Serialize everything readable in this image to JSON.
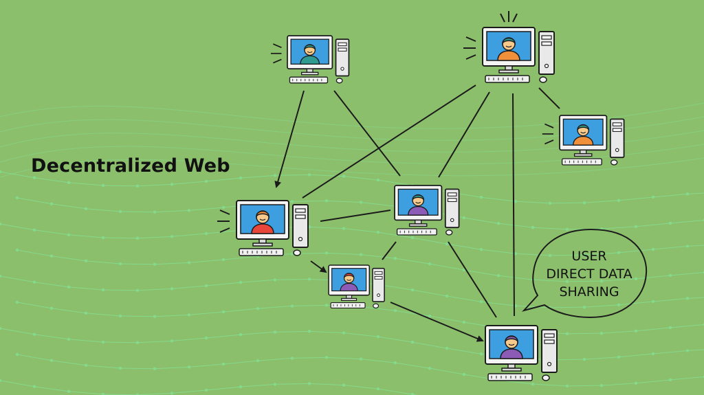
{
  "title": "Decentralized Web",
  "bubble": {
    "lines": [
      "USER",
      "DIRECT DATA",
      "SHARING"
    ]
  },
  "colors": {
    "background": "#8cbf6c",
    "network_glow": "#7ff0a8",
    "screen": "#3d9fe0",
    "outline": "#1b1b1b",
    "tower": "#e9e9e9"
  },
  "computers": [
    {
      "id": "pc-top-left",
      "user_color": "#2f9a8f",
      "hair": "#2f9a8f",
      "shirt": "#2f9a8f"
    },
    {
      "id": "pc-top-right",
      "user_color": "#f0903a",
      "hair": "#2f9a8f",
      "shirt": "#f0903a"
    },
    {
      "id": "pc-right",
      "user_color": "#f0903a",
      "hair": "#2f9a8f",
      "shirt": "#f0903a"
    },
    {
      "id": "pc-middle-left",
      "user_color": "#e8463a",
      "hair": "#f0903a",
      "shirt": "#e8463a"
    },
    {
      "id": "pc-center",
      "user_color": "#8b5bb5",
      "hair": "#2f9a8f",
      "shirt": "#8b5bb5"
    },
    {
      "id": "pc-lower-center",
      "user_color": "#8b5bb5",
      "hair": "#e8463a",
      "shirt": "#8b5bb5"
    },
    {
      "id": "pc-bottom-right",
      "user_color": "#8b5bb5",
      "hair": "#8b5bb5",
      "shirt": "#8b5bb5"
    }
  ]
}
